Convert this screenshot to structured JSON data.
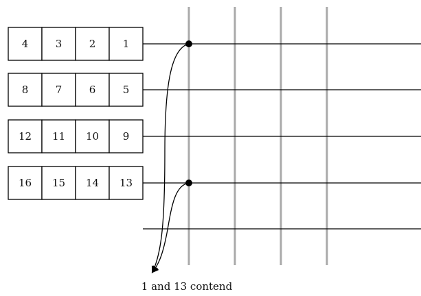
{
  "rows": [
    {
      "cells": [
        "4",
        "3",
        "2",
        "1"
      ]
    },
    {
      "cells": [
        "8",
        "7",
        "6",
        "5"
      ]
    },
    {
      "cells": [
        "12",
        "11",
        "10",
        "9"
      ]
    },
    {
      "cells": [
        "16",
        "15",
        "14",
        "13"
      ]
    }
  ],
  "caption": "1 and 13 contend",
  "colors": {
    "lines": "#000000",
    "grid_columns": "#aaaaaa",
    "background": "#ffffff"
  }
}
